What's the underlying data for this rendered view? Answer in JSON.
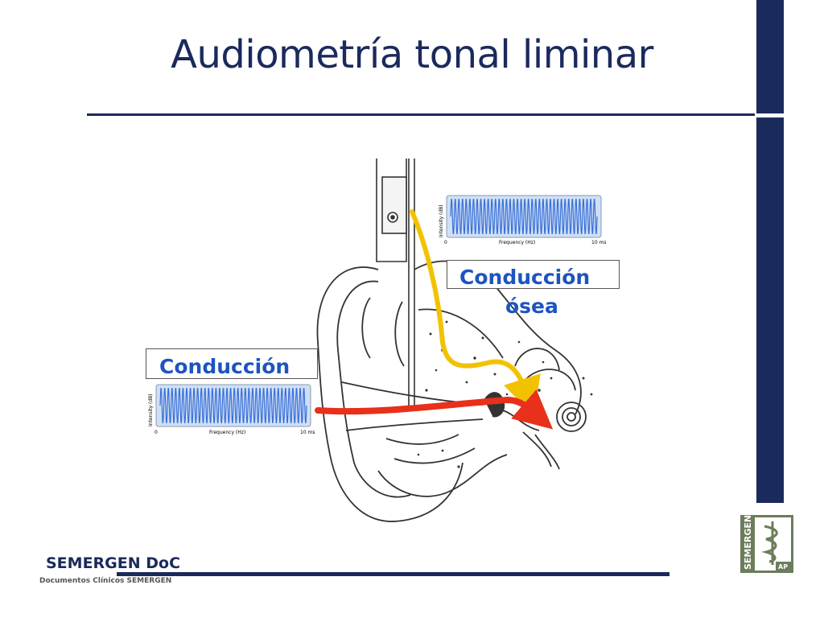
{
  "slide": {
    "title": "Audiometría tonal liminar"
  },
  "labels": {
    "air_conduction": "Conducción",
    "bone_conduction_line1": "Conducción",
    "bone_conduction_line2": "ósea"
  },
  "waveform_axes": {
    "y_label": "Intensity (dB)",
    "x_label": "Frequency (Hz)",
    "x_start": "0",
    "x_end": "10 ms"
  },
  "footer": {
    "brand": "SEMERGEN DoC",
    "subtitle": "Documentos Clínicos SEMERGEN"
  },
  "logo": {
    "text": "SEMERGEN",
    "badge": "AP"
  },
  "colors": {
    "navy": "#1b2a5c",
    "label_blue": "#1d54c0",
    "air_arrow": "#e8301a",
    "bone_arrow": "#f2c200",
    "wave_blue": "#3a6fd8",
    "wave_bg": "#cfe0f5",
    "logo_green": "#6b7d5a"
  },
  "icons": [
    "ear-anatomy-illustration",
    "sine-wave-icon",
    "semergen-caduceus-logo"
  ]
}
